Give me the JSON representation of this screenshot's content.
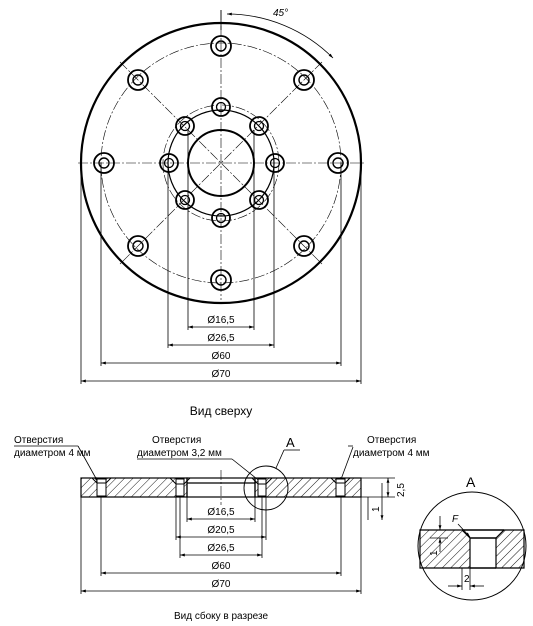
{
  "top_view": {
    "angle_label": "45°",
    "dims": [
      "Ø16,5",
      "Ø26,5",
      "Ø60",
      "Ø70"
    ],
    "caption": "Вид сверху"
  },
  "section_view": {
    "left_note_line1": "Отверстия",
    "left_note_line2": "диаметром 4 мм",
    "mid_note_line1": "Отверстия",
    "mid_note_line2": "диаметром 3,2 мм",
    "right_note_line1": "Отверстия",
    "right_note_line2": "диаметром 4 мм",
    "detail_ref": "А",
    "thickness_total": "2,5",
    "thickness_step": "1",
    "dims": [
      "Ø16,5",
      "Ø20,5",
      "Ø26,5",
      "Ø60",
      "Ø70"
    ],
    "caption": "Вид сбоку в разрезе"
  },
  "detail_view": {
    "label": "А",
    "surface_label": "F",
    "dim_vertical": "1",
    "dim_horizontal": "2"
  }
}
